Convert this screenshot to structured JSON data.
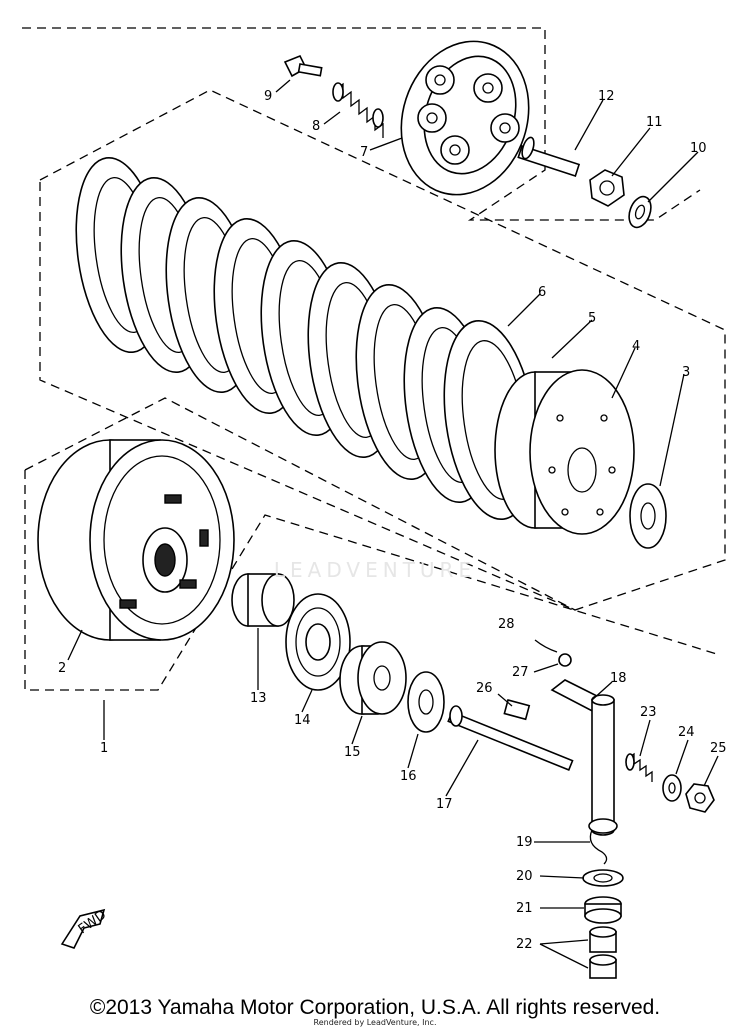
{
  "diagram": {
    "callouts": {
      "c1": "1",
      "c2": "2",
      "c3": "3",
      "c4": "4",
      "c5": "5",
      "c6": "6",
      "c7": "7",
      "c8": "8",
      "c9": "9",
      "c10": "10",
      "c11": "11",
      "c12": "12",
      "c13": "13",
      "c14": "14",
      "c15": "15",
      "c16": "16",
      "c17": "17",
      "c18": "18",
      "c19": "19",
      "c20": "20",
      "c21": "21",
      "c22": "22",
      "c23": "23",
      "c24": "24",
      "c25": "25",
      "c26": "26",
      "c27": "27",
      "c28": "28"
    },
    "fwd_label": "FWD",
    "watermark": "LEADVENTURE"
  },
  "footer": {
    "copyright": "©2013 Yamaha Motor Corporation, U.S.A. All rights reserved.",
    "rendered_by": "Rendered by LeadVenture, Inc."
  }
}
